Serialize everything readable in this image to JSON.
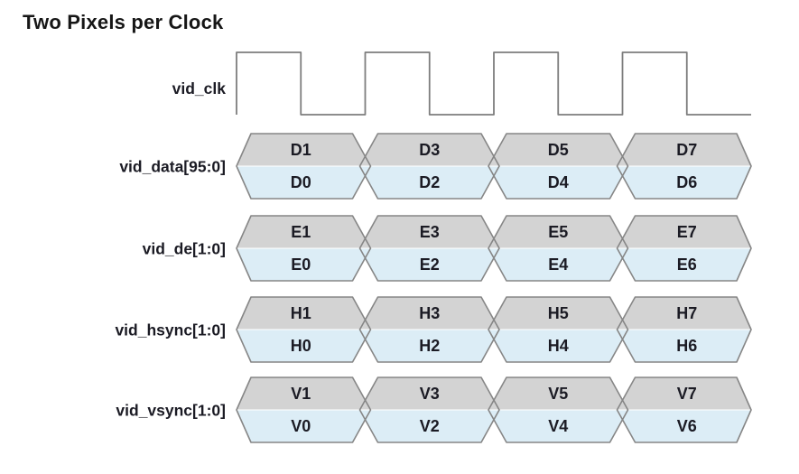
{
  "title": "Two Pixels per Clock",
  "colors": {
    "lane_top_fill": "#d3d3d3",
    "lane_bottom_fill": "#dcedf6",
    "cell_outline": "#868686",
    "clock_line": "#7d7d7d",
    "text": "#1b1b24"
  },
  "signals": {
    "clock": {
      "label": "vid_clk",
      "cycles": 4,
      "starts_with": "rising-edge"
    },
    "buses": [
      {
        "label": "vid_data[95:0]",
        "cells": [
          {
            "top": "D1",
            "bottom": "D0"
          },
          {
            "top": "D3",
            "bottom": "D2"
          },
          {
            "top": "D5",
            "bottom": "D4"
          },
          {
            "top": "D7",
            "bottom": "D6"
          }
        ]
      },
      {
        "label": "vid_de[1:0]",
        "cells": [
          {
            "top": "E1",
            "bottom": "E0"
          },
          {
            "top": "E3",
            "bottom": "E2"
          },
          {
            "top": "E5",
            "bottom": "E4"
          },
          {
            "top": "E7",
            "bottom": "E6"
          }
        ]
      },
      {
        "label": "vid_hsync[1:0]",
        "cells": [
          {
            "top": "H1",
            "bottom": "H0"
          },
          {
            "top": "H3",
            "bottom": "H2"
          },
          {
            "top": "H5",
            "bottom": "H4"
          },
          {
            "top": "H7",
            "bottom": "H6"
          }
        ]
      },
      {
        "label": "vid_vsync[1:0]",
        "cells": [
          {
            "top": "V1",
            "bottom": "V0"
          },
          {
            "top": "V3",
            "bottom": "V2"
          },
          {
            "top": "V5",
            "bottom": "V4"
          },
          {
            "top": "V7",
            "bottom": "V6"
          }
        ]
      }
    ]
  }
}
